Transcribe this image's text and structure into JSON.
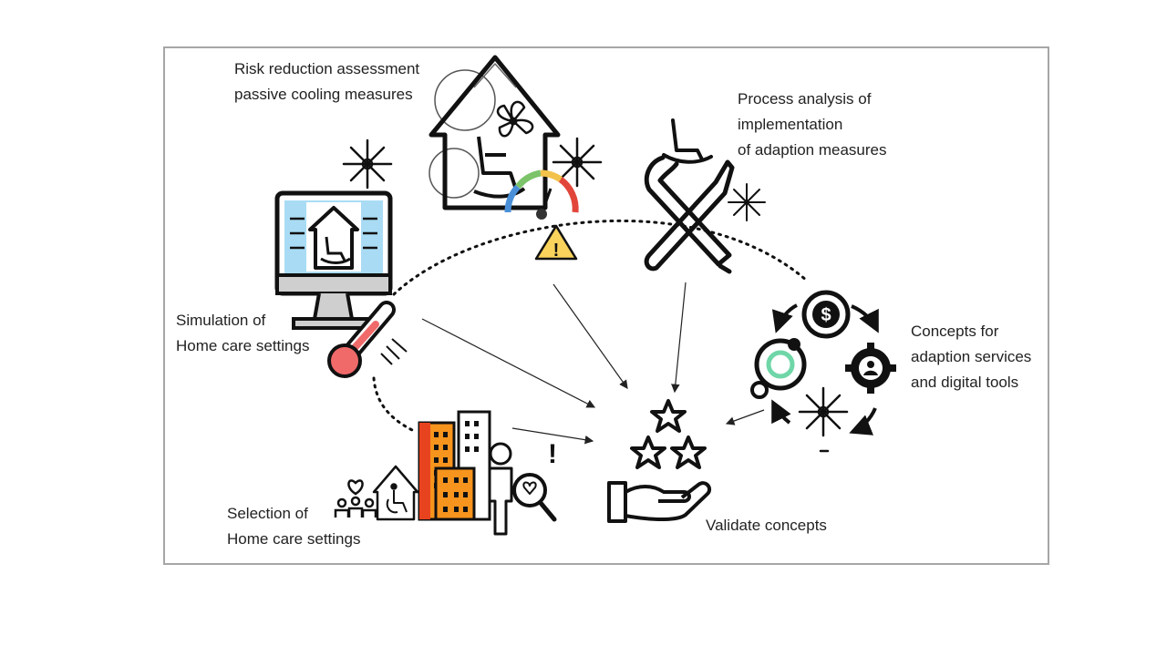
{
  "stages": [
    {
      "id": "risk",
      "lines": [
        "Risk reduction assessment",
        "passive cooling measures"
      ]
    },
    {
      "id": "process",
      "lines": [
        "Process analysis of",
        "implementation",
        "of adaption measures"
      ]
    },
    {
      "id": "simulation",
      "lines": [
        "Simulation of",
        "Home care settings"
      ]
    },
    {
      "id": "concepts",
      "lines": [
        "Concepts for",
        "adaption services",
        "and digital tools"
      ]
    },
    {
      "id": "selection",
      "lines": [
        "Selection of",
        "Home care settings"
      ]
    },
    {
      "id": "validate",
      "lines": [
        "Validate concepts"
      ]
    }
  ],
  "icons": {
    "warning_symbol": "!",
    "dollar_symbol": "$",
    "exclamation_symbol": "!"
  },
  "colors": {
    "frame": "#a6a6a6",
    "monitor_screen": "#a9dcf4",
    "thermometer_fill": "#f06a6a",
    "building_orange": "#f7941d",
    "building_red": "#e8431f",
    "warning_yellow": "#f9d35c",
    "accent_green": "#6fd6a8"
  }
}
